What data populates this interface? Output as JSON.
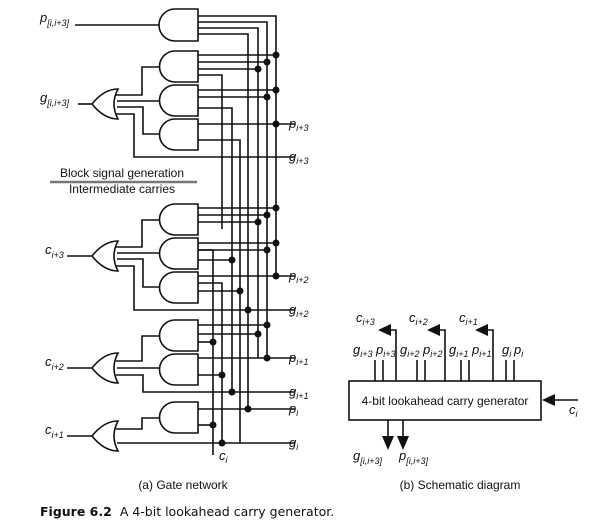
{
  "gate_network": {
    "labels": {
      "p_block": {
        "base": "p",
        "sub": "[i,i+3]"
      },
      "g_block": {
        "base": "g",
        "sub": "[i,i+3]"
      },
      "c_i3": {
        "base": "c",
        "sub": "i+3"
      },
      "c_i2": {
        "base": "c",
        "sub": "i+2"
      },
      "c_i1": {
        "base": "c",
        "sub": "i+1"
      },
      "p_i3": {
        "base": "p",
        "sub": "i+3"
      },
      "g_i3": {
        "base": "g",
        "sub": "i+3"
      },
      "p_i2": {
        "base": "p",
        "sub": "i+2"
      },
      "g_i2": {
        "base": "g",
        "sub": "i+2"
      },
      "p_i1": {
        "base": "p",
        "sub": "i+1"
      },
      "g_i1": {
        "base": "g",
        "sub": "i+1"
      },
      "p_i": {
        "base": "p",
        "sub": "i"
      },
      "g_i": {
        "base": "g",
        "sub": "i"
      },
      "c_i": {
        "base": "c",
        "sub": "i"
      }
    },
    "section_top": "Block signal generation",
    "section_bottom": "Intermediate carries",
    "caption": "(a) Gate network"
  },
  "schematic": {
    "block_label": "4-bit lookahead carry generator",
    "top_outputs": [
      {
        "base": "c",
        "sub": "i+3"
      },
      {
        "base": "c",
        "sub": "i+2"
      },
      {
        "base": "c",
        "sub": "i+1"
      }
    ],
    "top_inputs": [
      {
        "base": "g",
        "sub": "i+3"
      },
      {
        "base": "p",
        "sub": "i+3"
      },
      {
        "base": "g",
        "sub": "i+2"
      },
      {
        "base": "p",
        "sub": "i+2"
      },
      {
        "base": "g",
        "sub": "i+1"
      },
      {
        "base": "p",
        "sub": "i+1"
      },
      {
        "base": "g",
        "sub": "i"
      },
      {
        "base": "p",
        "sub": "i"
      }
    ],
    "right_input": {
      "base": "c",
      "sub": "i"
    },
    "bottom_outputs": [
      {
        "base": "g",
        "sub": "[i,i+3]"
      },
      {
        "base": "p",
        "sub": "[i,i+3]"
      }
    ],
    "caption": "(b) Schematic diagram"
  },
  "figure": {
    "number": "Figure 6.2",
    "title": "A 4-bit lookahead carry generator."
  }
}
